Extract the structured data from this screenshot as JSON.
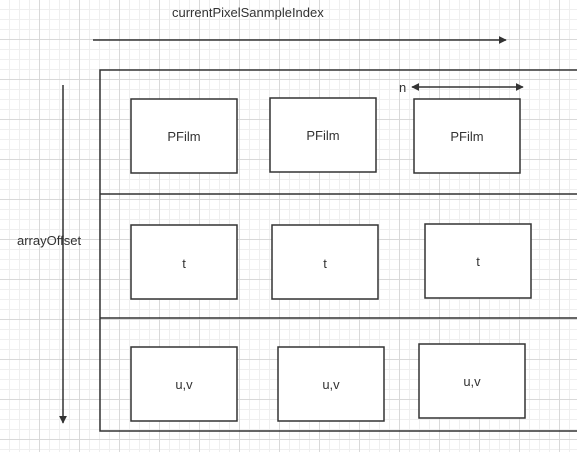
{
  "labels": {
    "horizontal_axis": "currentPixelSanmpleIndex",
    "vertical_axis": "arrayOffset",
    "width_marker": "n"
  },
  "rows": [
    {
      "cells": [
        "PFilm",
        "PFilm",
        "PFilm"
      ]
    },
    {
      "cells": [
        "t",
        "t",
        "t"
      ]
    },
    {
      "cells": [
        "u,v",
        "u,v",
        "u,v"
      ]
    }
  ],
  "colors": {
    "stroke": "#333333",
    "text": "#333333",
    "grid_major": "#d9d9d9",
    "grid_minor": "#efefef",
    "background": "#ffffff"
  }
}
